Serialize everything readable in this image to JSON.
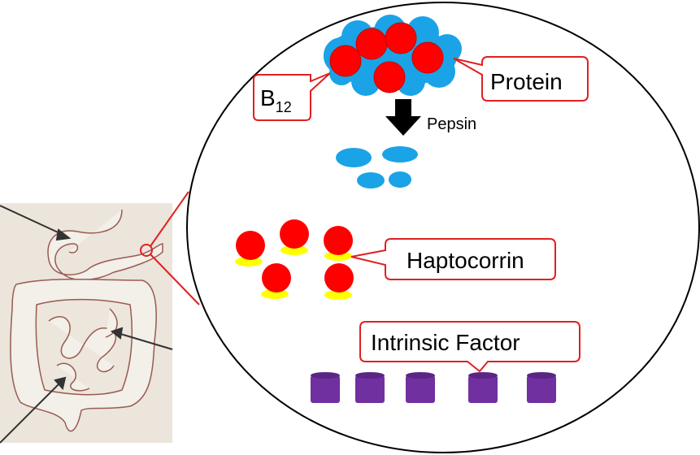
{
  "labels": {
    "b12_main": "B",
    "b12_sub": "12",
    "protein": "Protein",
    "pepsin": "Pepsin",
    "haptocorrin": "Haptocorrin",
    "intrinsic_factor": "Intrinsic Factor"
  },
  "colors": {
    "b12": "#ff0000",
    "protein": "#1aa3e6",
    "haptocorrin": "#ffff00",
    "intrinsic_factor": "#7030a0",
    "callout_border": "#e02020"
  }
}
